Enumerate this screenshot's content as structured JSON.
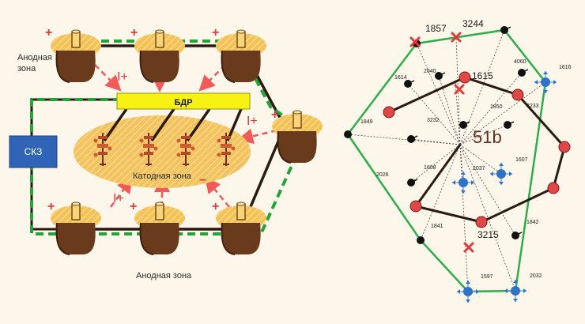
{
  "left": {
    "anode_zone_top": [
      "Анодная",
      "зона"
    ],
    "anode_zone_bottom": "Анодная зона",
    "cathode_zone": "Катодная зона",
    "bdr": "БДР",
    "skz": "СКЗ",
    "plus": "+",
    "minus": "–",
    "current_label": "I+"
  },
  "right": {
    "pad_label": "51b",
    "bold_numbers": [
      "1857",
      "3244",
      "1615",
      "3215"
    ],
    "small_numbers": [
      "1614",
      "2040",
      "4060",
      "1616",
      "1849",
      "3232",
      "1850",
      "3233",
      "1608",
      "2037",
      "1607",
      "2026",
      "1841",
      "1842",
      "1597",
      "2032"
    ]
  },
  "colors": {
    "background": "#fcf7ea",
    "pipe": "#2b1a12",
    "cable_dashed": "#23a33a",
    "anode_pit": "#f4c357",
    "cathode_zone": "#f2c35f",
    "bdr_fill": "#f7f214",
    "skz_fill": "#2f64b6",
    "current_arrow": "#f25a5a",
    "producer_well": "#e04848",
    "stopped_well": "#e03a3a",
    "injection_well": "#2f72c9",
    "boundary": "#2cae4a"
  }
}
